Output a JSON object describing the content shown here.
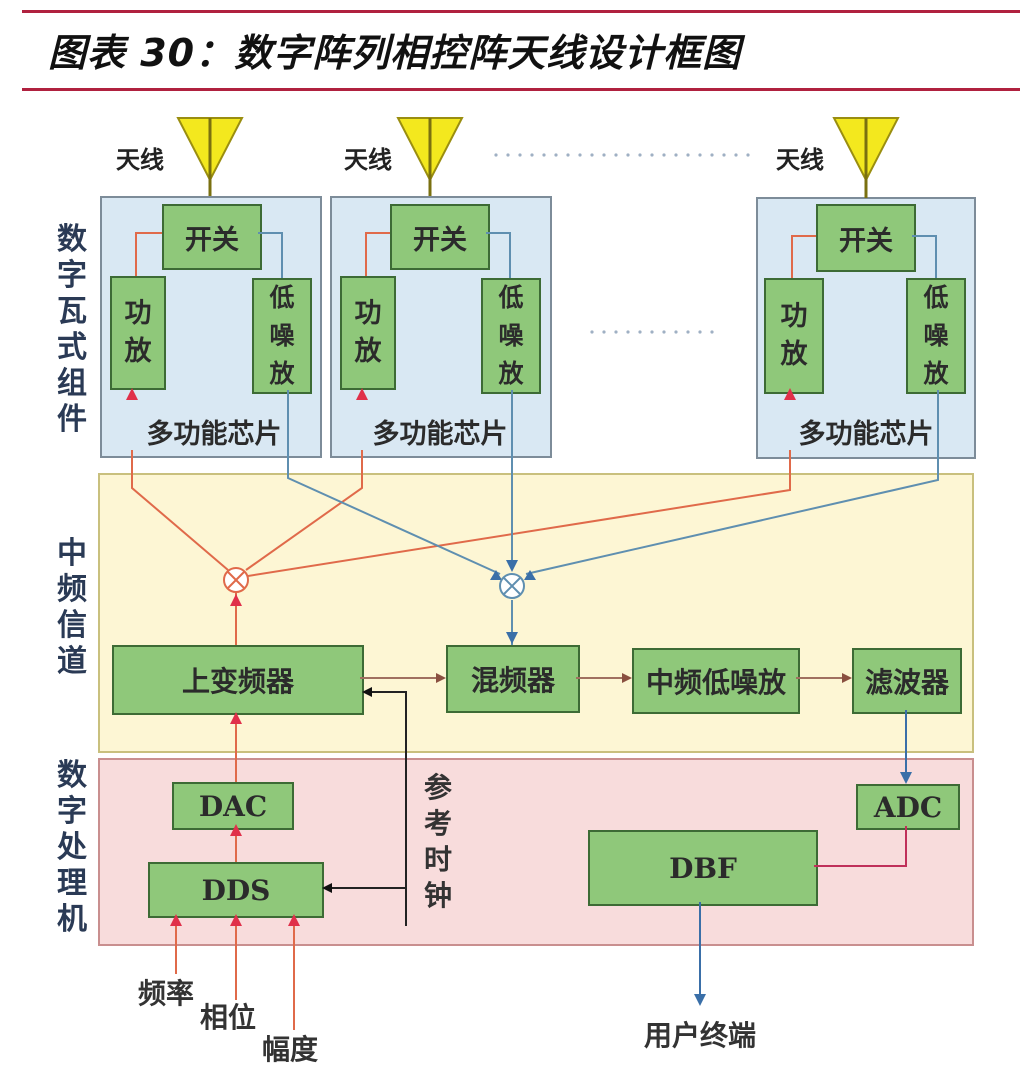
{
  "title": "图表 30：数字阵列相控阵天线设计框图",
  "colors": {
    "title_rule": "#b0213f",
    "module_bg": "#d9e8f3",
    "if_bg": "#fdf6d4",
    "digital_bg": "#f8dcdc",
    "block_green": "#8fc87a",
    "antenna_yellow": "#f3e81e",
    "tx_line": "#e06a4a",
    "rx_line": "#5f8fb0"
  },
  "antennas": [
    {
      "label": "天线",
      "icon": "antenna-icon"
    },
    {
      "label": "天线",
      "icon": "antenna-icon"
    },
    {
      "label": "天线",
      "icon": "antenna-icon"
    }
  ],
  "modules": [
    {
      "switch": "开关",
      "pa": [
        "功",
        "放"
      ],
      "lna": [
        "低",
        "噪",
        "放"
      ],
      "chip": "多功能芯片"
    },
    {
      "switch": "开关",
      "pa": [
        "功",
        "放"
      ],
      "lna": [
        "低",
        "噪",
        "放"
      ],
      "chip": "多功能芯片"
    },
    {
      "switch": "开关",
      "pa": [
        "功",
        "放"
      ],
      "lna": [
        "低",
        "噪",
        "放"
      ],
      "chip": "多功能芯片"
    }
  ],
  "section_labels": {
    "module": [
      "数",
      "字",
      "瓦",
      "式",
      "组",
      "件"
    ],
    "if_channel": [
      "中",
      "频",
      "信",
      "道"
    ],
    "digital": [
      "数",
      "字",
      "处",
      "理",
      "机"
    ]
  },
  "if_blocks": {
    "upconverter": "上变频器",
    "mixer": "混频器",
    "if_lna": "中频低噪放",
    "filter": "滤波器"
  },
  "digital_blocks": {
    "dac": "DAC",
    "dds": "DDS",
    "adc": "ADC",
    "dbf": "DBF"
  },
  "reference_clock": [
    "参",
    "考",
    "时",
    "钟"
  ],
  "controls": [
    "频率",
    "相位",
    "幅度"
  ],
  "user_terminal": "用户终端"
}
